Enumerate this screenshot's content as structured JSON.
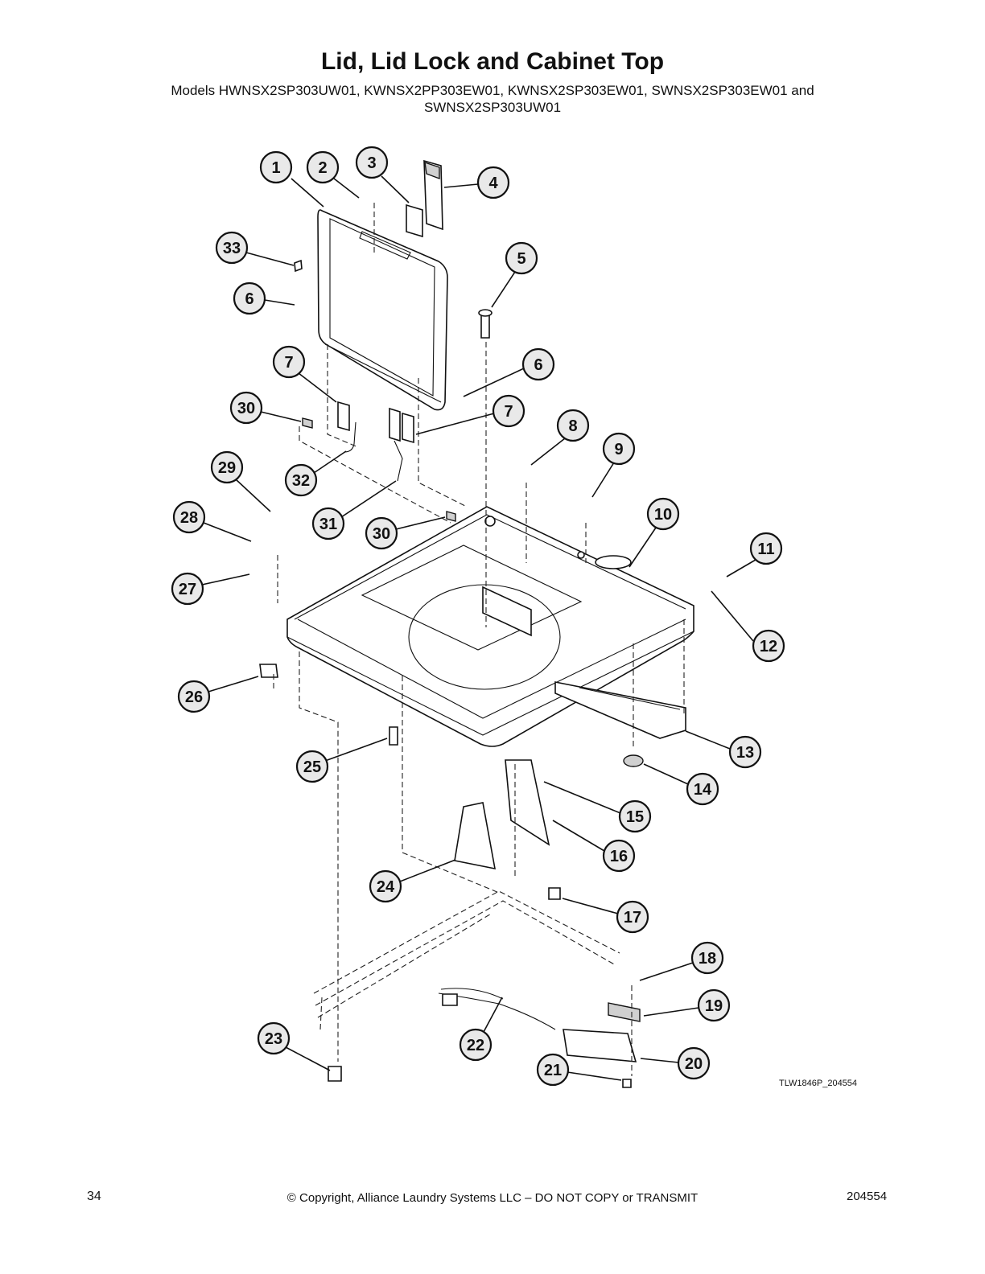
{
  "header": {
    "title": "Lid, Lid Lock and Cabinet Top",
    "subtitle_line1": "Models HWNSX2SP303UW01, KWNSX2PP303EW01, KWNSX2SP303EW01, SWNSX2SP303EW01 and",
    "subtitle_line2": "SWNSX2SP303UW01"
  },
  "callouts": [
    "1",
    "2",
    "3",
    "4",
    "5",
    "6",
    "7",
    "8",
    "9",
    "10",
    "11",
    "12",
    "13",
    "14",
    "15",
    "16",
    "17",
    "18",
    "19",
    "20",
    "21",
    "22",
    "23",
    "24",
    "25",
    "26",
    "27",
    "28",
    "29",
    "30",
    "31",
    "32",
    "33"
  ],
  "drawing_id": "TLW1846P_204554",
  "footer": {
    "page_number": "34",
    "copyright": "© Copyright, Alliance Laundry Systems LLC – DO NOT COPY or TRANSMIT",
    "doc_number": "204554"
  }
}
